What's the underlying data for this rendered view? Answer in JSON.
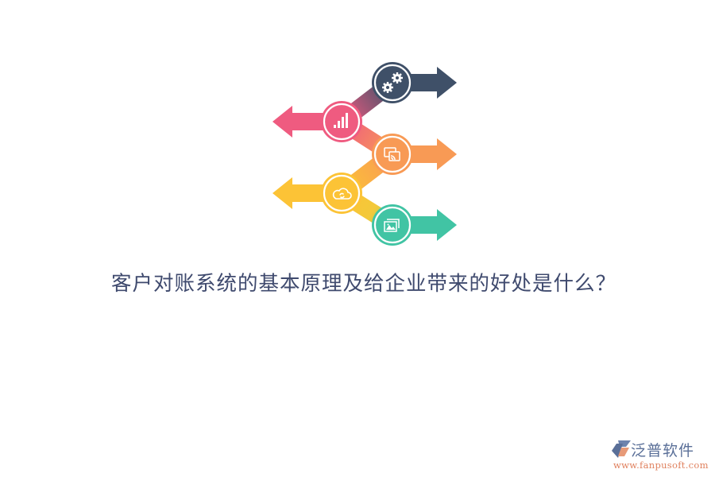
{
  "title": "客户对账系统的基本原理及给企业带来的好处是什么？",
  "diagram": {
    "type": "zigzag-arrow-infographic",
    "steps": [
      {
        "icon": "gears-icon",
        "color": "#3f5068",
        "direction": "right"
      },
      {
        "icon": "bar-chart-icon",
        "color": "#ef5b80",
        "direction": "left"
      },
      {
        "icon": "screencast-icon",
        "color": "#f89a55",
        "direction": "right"
      },
      {
        "icon": "cloud-sync-icon",
        "color": "#fcc336",
        "direction": "left"
      },
      {
        "icon": "image-gallery-icon",
        "color": "#41c4a4",
        "direction": "right"
      }
    ]
  },
  "logo": {
    "name": "泛普软件",
    "url": "www.fanpusoft.com",
    "colors": {
      "name": "#5a6f98",
      "url": "#e0815e"
    }
  }
}
